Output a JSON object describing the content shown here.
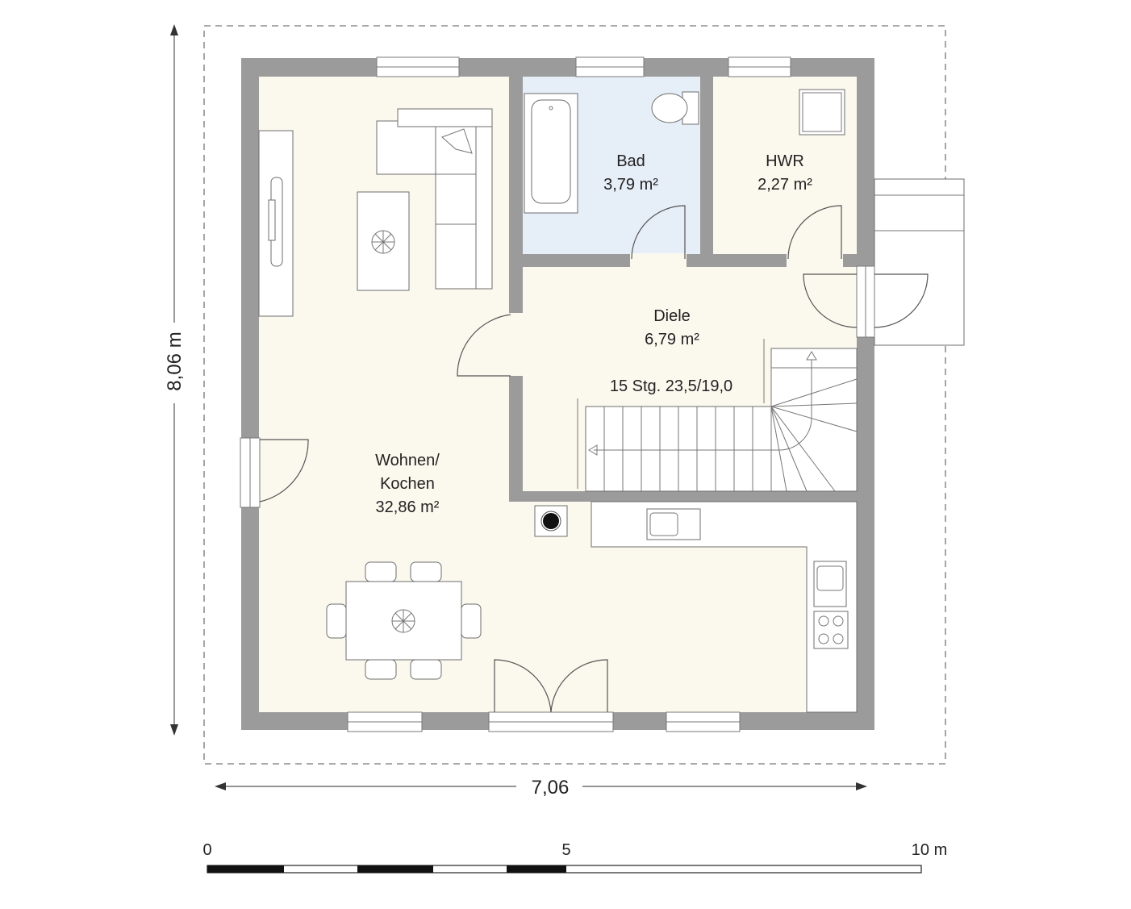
{
  "rooms": {
    "bad": {
      "name": "Bad",
      "area": "3,79 m²"
    },
    "hwr": {
      "name": "HWR",
      "area": "2,27 m²"
    },
    "diele": {
      "name": "Diele",
      "area": "6,79 m²"
    },
    "wohnen": {
      "name_line1": "Wohnen/",
      "name_line2": "Kochen",
      "area": "32,86 m²"
    }
  },
  "stairs": {
    "label": "15 Stg. 23,5/19,0"
  },
  "dimensions": {
    "height": "8,06 m",
    "width": "7,06"
  },
  "scale": {
    "start": "0",
    "mid": "5",
    "end": "10 m"
  },
  "colors": {
    "wall": "#9b9b9b",
    "floor": "#fbf8ee",
    "bath_floor": "#e6eef8"
  }
}
